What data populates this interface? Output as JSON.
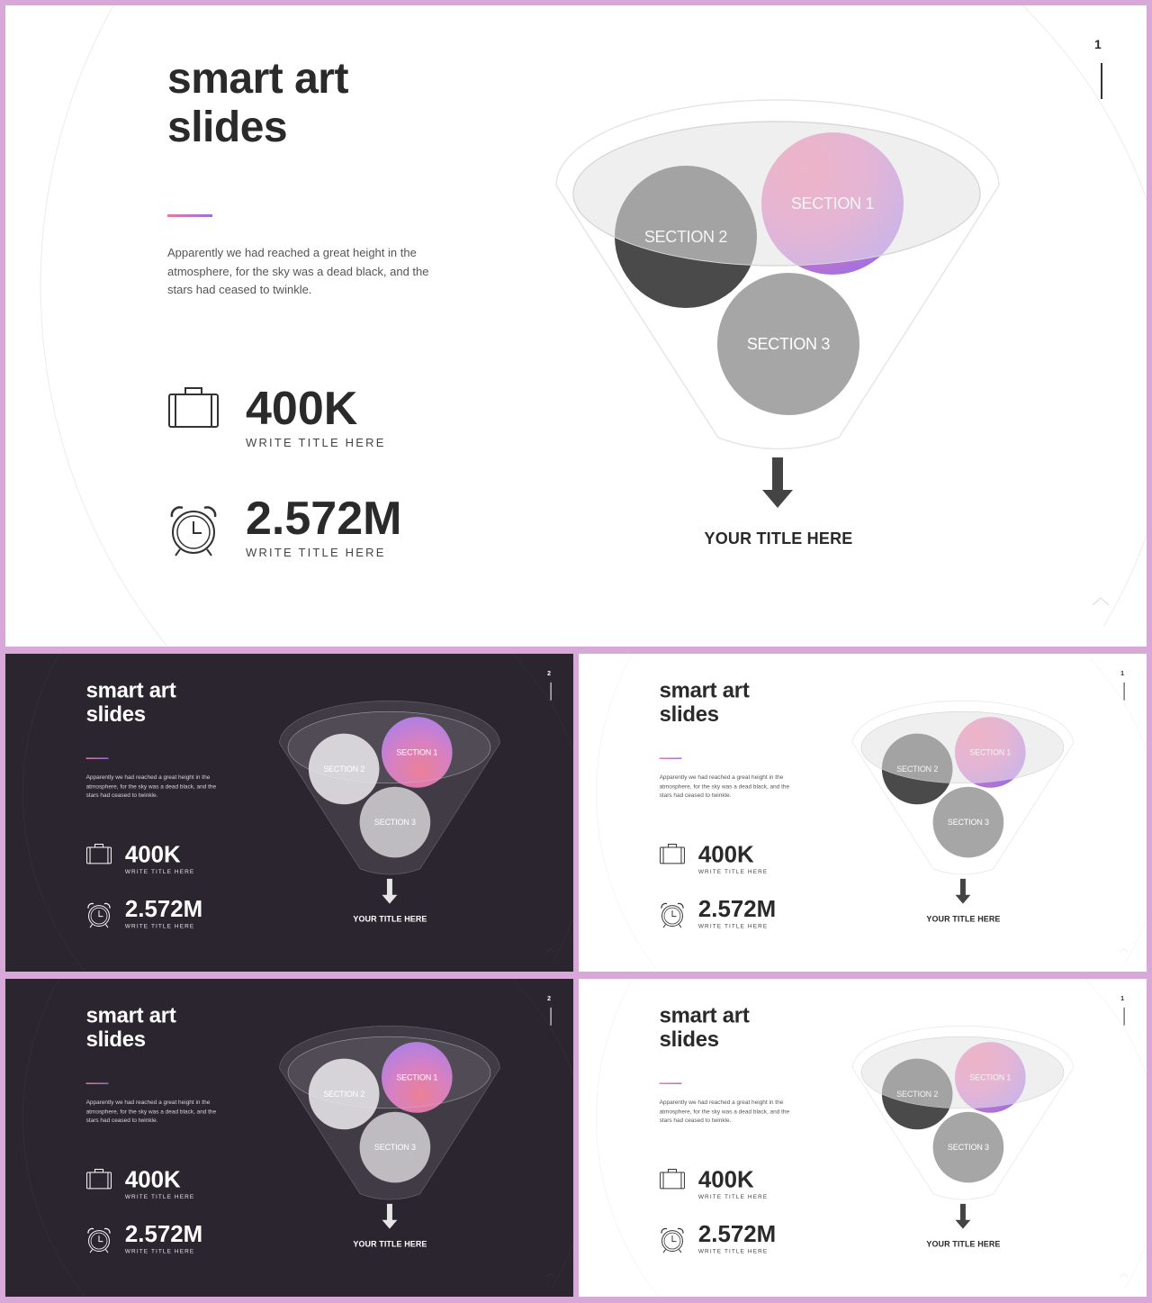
{
  "slides": [
    {
      "theme": "light",
      "page_number": "1",
      "title_line1": "smart art",
      "title_line2": "slides",
      "description": "Apparently we had reached a great height in the atmosphere, for the sky was a dead black, and the stars had ceased to twinkle.",
      "stats": [
        {
          "icon": "briefcase-icon",
          "value": "400K",
          "label": "WRITE TITLE HERE"
        },
        {
          "icon": "alarm-clock-icon",
          "value": "2.572M",
          "label": "WRITE TITLE HERE"
        }
      ],
      "sections": [
        "SECTION 1",
        "SECTION 2",
        "SECTION 3"
      ],
      "funnel_title": "YOUR TITLE HERE"
    },
    {
      "theme": "dark",
      "page_number": "2",
      "title_line1": "smart art",
      "title_line2": "slides",
      "description": "Apparently we had reached a great height in the atmosphere, for the sky was a dead black, and the stars had ceased to twinkle.",
      "stats": [
        {
          "icon": "briefcase-icon",
          "value": "400K",
          "label": "WRITE TITLE HERE"
        },
        {
          "icon": "alarm-clock-icon",
          "value": "2.572M",
          "label": "WRITE TITLE HERE"
        }
      ],
      "sections": [
        "SECTION 1",
        "SECTION 2",
        "SECTION 3"
      ],
      "funnel_title": "YOUR TITLE HERE"
    },
    {
      "theme": "light",
      "page_number": "1",
      "title_line1": "smart art",
      "title_line2": "slides",
      "description": "Apparently we had reached a great height in the atmosphere, for the sky was a dead black, and the stars had ceased to twinkle.",
      "stats": [
        {
          "icon": "briefcase-icon",
          "value": "400K",
          "label": "WRITE TITLE HERE"
        },
        {
          "icon": "alarm-clock-icon",
          "value": "2.572M",
          "label": "WRITE TITLE HERE"
        }
      ],
      "sections": [
        "SECTION 1",
        "SECTION 2",
        "SECTION 3"
      ],
      "funnel_title": "YOUR TITLE HERE"
    },
    {
      "theme": "dark",
      "page_number": "2",
      "title_line1": "smart art",
      "title_line2": "slides",
      "description": "Apparently we had reached a great height in the atmosphere, for the sky was a dead black, and the stars had ceased to twinkle.",
      "stats": [
        {
          "icon": "briefcase-icon",
          "value": "400K",
          "label": "WRITE TITLE HERE"
        },
        {
          "icon": "alarm-clock-icon",
          "value": "2.572M",
          "label": "WRITE TITLE HERE"
        }
      ],
      "sections": [
        "SECTION 1",
        "SECTION 2",
        "SECTION 3"
      ],
      "funnel_title": "YOUR TITLE HERE"
    },
    {
      "theme": "light",
      "page_number": "1",
      "title_line1": "smart art",
      "title_line2": "slides",
      "description": "Apparently we had reached a great height in the atmosphere, for the sky was a dead black, and the stars had ceased to twinkle.",
      "stats": [
        {
          "icon": "briefcase-icon",
          "value": "400K",
          "label": "WRITE TITLE HERE"
        },
        {
          "icon": "alarm-clock-icon",
          "value": "2.572M",
          "label": "WRITE TITLE HERE"
        }
      ],
      "sections": [
        "SECTION 1",
        "SECTION 2",
        "SECTION 3"
      ],
      "funnel_title": "YOUR TITLE HERE"
    }
  ],
  "colors": {
    "frame": "#d8a8d8",
    "light_bg": "#ffffff",
    "dark_bg": "#2b2530",
    "accent_pink": "#e87aa0",
    "accent_purple": "#9a70e0"
  }
}
